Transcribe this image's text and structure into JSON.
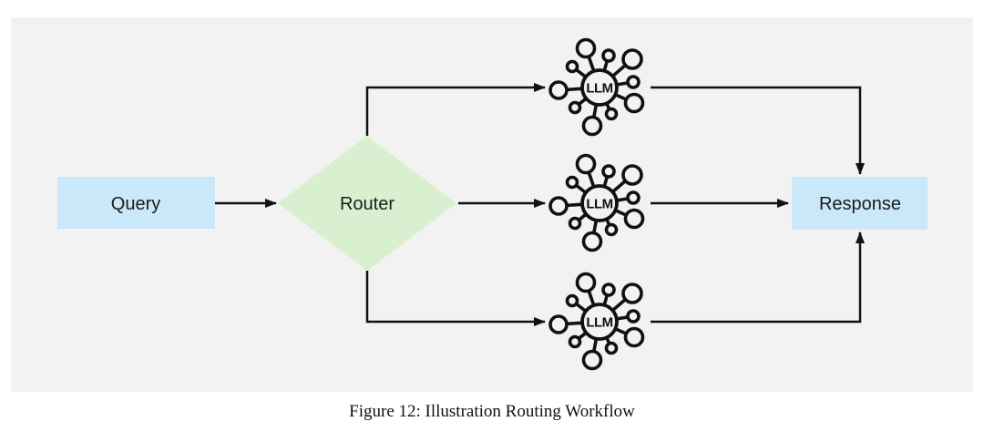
{
  "figure": {
    "caption": "Figure 12: Illustration Routing Workflow"
  },
  "diagram": {
    "type": "flowchart",
    "nodes": {
      "query": {
        "label": "Query",
        "shape": "rectangle"
      },
      "router": {
        "label": "Router",
        "shape": "diamond"
      },
      "llms": [
        {
          "label": "LLM"
        },
        {
          "label": "LLM"
        },
        {
          "label": "LLM"
        }
      ],
      "response": {
        "label": "Response",
        "shape": "rectangle"
      }
    },
    "edges": [
      "Query -> Router",
      "Router -> LLM top",
      "Router -> LLM middle",
      "Router -> LLM bottom",
      "LLM top -> Response",
      "LLM middle -> Response",
      "LLM bottom -> Response"
    ],
    "icons": {
      "llm": "hub-network-icon"
    }
  },
  "colors": {
    "page_bg": "#ffffff",
    "panel_bg": "#f2f2f2",
    "node_blue": "#c9e8f9",
    "node_green": "#d8f0d0",
    "line": "#111111",
    "text": "#1c1c1c"
  }
}
